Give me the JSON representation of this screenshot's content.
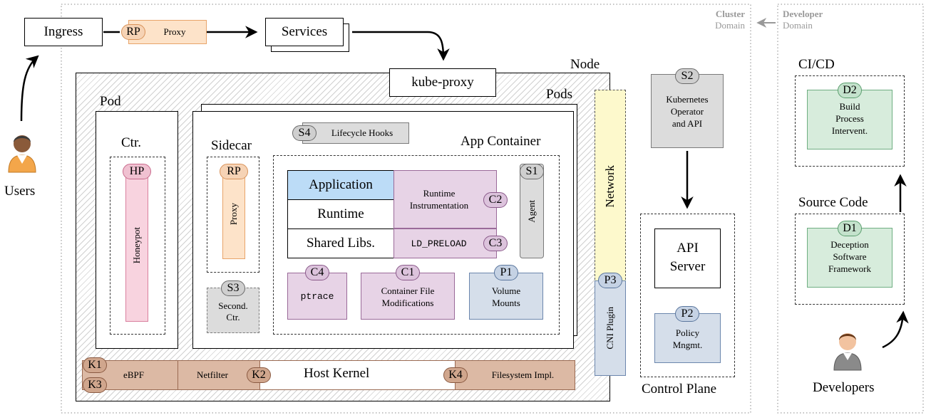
{
  "domains": {
    "cluster": {
      "title": "Cluster",
      "subtitle": "Domain"
    },
    "developer": {
      "title": "Developer",
      "subtitle": "Domain"
    }
  },
  "ingress": {
    "label": "Ingress"
  },
  "proxy_top": {
    "badge": "RP",
    "label": "Proxy"
  },
  "services": {
    "label": "Services"
  },
  "kube_proxy": {
    "label": "kube-proxy"
  },
  "node": {
    "label": "Node"
  },
  "pods": {
    "label": "Pods"
  },
  "pod": {
    "label": "Pod",
    "container_label": "Ctr."
  },
  "honeypot": {
    "badge": "HP",
    "label": "Honeypot"
  },
  "sidecar": {
    "label": "Sidecar",
    "proxy_badge": "RP",
    "proxy_label": "Proxy"
  },
  "second_ctr": {
    "badge": "S3",
    "line1": "Second.",
    "line2": "Ctr."
  },
  "lifecycle": {
    "badge": "S4",
    "label": "Lifecycle Hooks"
  },
  "app_container": {
    "label": "App Container"
  },
  "stack": {
    "application": "Application",
    "runtime": "Runtime",
    "shared_libs": "Shared Libs."
  },
  "runtime_instr": {
    "badge": "C2",
    "line1": "Runtime",
    "line2": "Instrumentation"
  },
  "ld_preload": {
    "badge": "C3",
    "label": "LD_PRELOAD"
  },
  "agent": {
    "badge": "S1",
    "label": "Agent"
  },
  "ptrace": {
    "badge": "C4",
    "label": "ptrace"
  },
  "file_mod": {
    "badge": "C1",
    "line1": "Container File",
    "line2": "Modifications"
  },
  "volume": {
    "badge": "P1",
    "line1": "Volume",
    "line2": "Mounts"
  },
  "network": {
    "label": "Network"
  },
  "cni": {
    "badge": "P3",
    "label": "CNI Plugin"
  },
  "kernel": {
    "label": "Host Kernel",
    "ebpf": {
      "badges": [
        "K1",
        "K3"
      ],
      "label": "eBPF"
    },
    "netfilter": {
      "badge": "K2",
      "label": "Netfilter"
    },
    "fs": {
      "badge": "K4",
      "label": "Filesystem Impl."
    }
  },
  "operator": {
    "badge": "S2",
    "line1": "Kubernetes",
    "line2": "Operator",
    "line3": "and API"
  },
  "control_plane": {
    "label": "Control Plane",
    "api_line1": "API",
    "api_line2": "Server"
  },
  "policy": {
    "badge": "P2",
    "line1": "Policy",
    "line2": "Mngmt."
  },
  "cicd": {
    "label": "CI/CD",
    "badge": "D2",
    "line1": "Build",
    "line2": "Process",
    "line3": "Intervent."
  },
  "source_code": {
    "label": "Source Code",
    "badge": "D1",
    "line1": "Deception",
    "line2": "Software",
    "line3": "Framework"
  },
  "users": {
    "label": "Users"
  },
  "developers": {
    "label": "Developers"
  },
  "colors": {
    "orange": "#fde3c9",
    "purple": "#e7d3e6",
    "pink": "#f8d3df",
    "gray": "#dcdcdc",
    "blue": "#d5deea",
    "green": "#d7ecdc",
    "brown": "#dcb9a4",
    "yellow": "#fdf9cc",
    "application_blue": "#bcdcf7"
  },
  "icons": [
    "user-icon",
    "developer-icon"
  ]
}
